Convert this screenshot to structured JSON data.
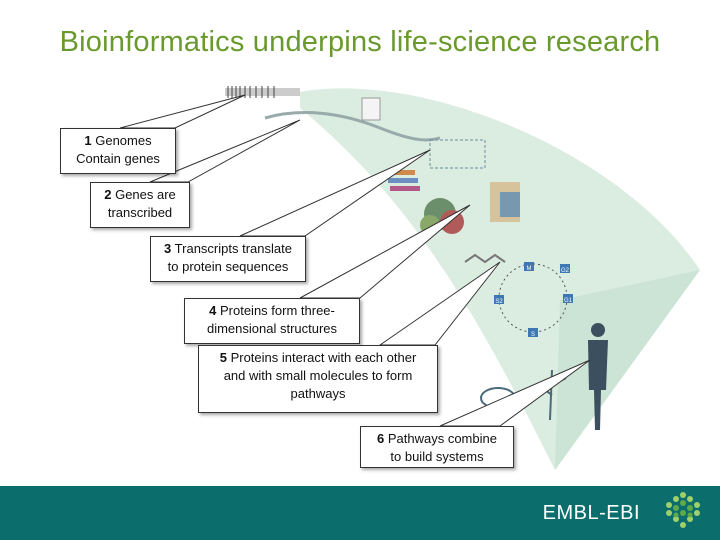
{
  "title": "Bioinformatics underpins life-science research",
  "callouts": [
    {
      "num": "1",
      "line1": "Genomes",
      "line2": "Contain genes",
      "line3": ""
    },
    {
      "num": "2",
      "line1": "Genes are",
      "line2": "transcribed",
      "line3": ""
    },
    {
      "num": "3",
      "line1": "Transcripts translate",
      "line2": "to protein sequences",
      "line3": ""
    },
    {
      "num": "4",
      "line1": "Proteins form three-",
      "line2": "dimensional structures",
      "line3": ""
    },
    {
      "num": "5",
      "line1": "Proteins interact with each other",
      "line2": "and with small molecules to form",
      "line3": "pathways"
    },
    {
      "num": "6",
      "line1": "Pathways combine",
      "line2": "to build systems",
      "line3": ""
    }
  ],
  "pathway_nodes": [
    "M",
    "G2",
    "G1",
    "S2",
    "S"
  ],
  "footer": {
    "brand": "EMBL-EBI"
  },
  "colors": {
    "title": "#6a9a2e",
    "band": "#d7ebde",
    "footer": "#0b6e6c",
    "accent_blue": "#3d78b4"
  }
}
